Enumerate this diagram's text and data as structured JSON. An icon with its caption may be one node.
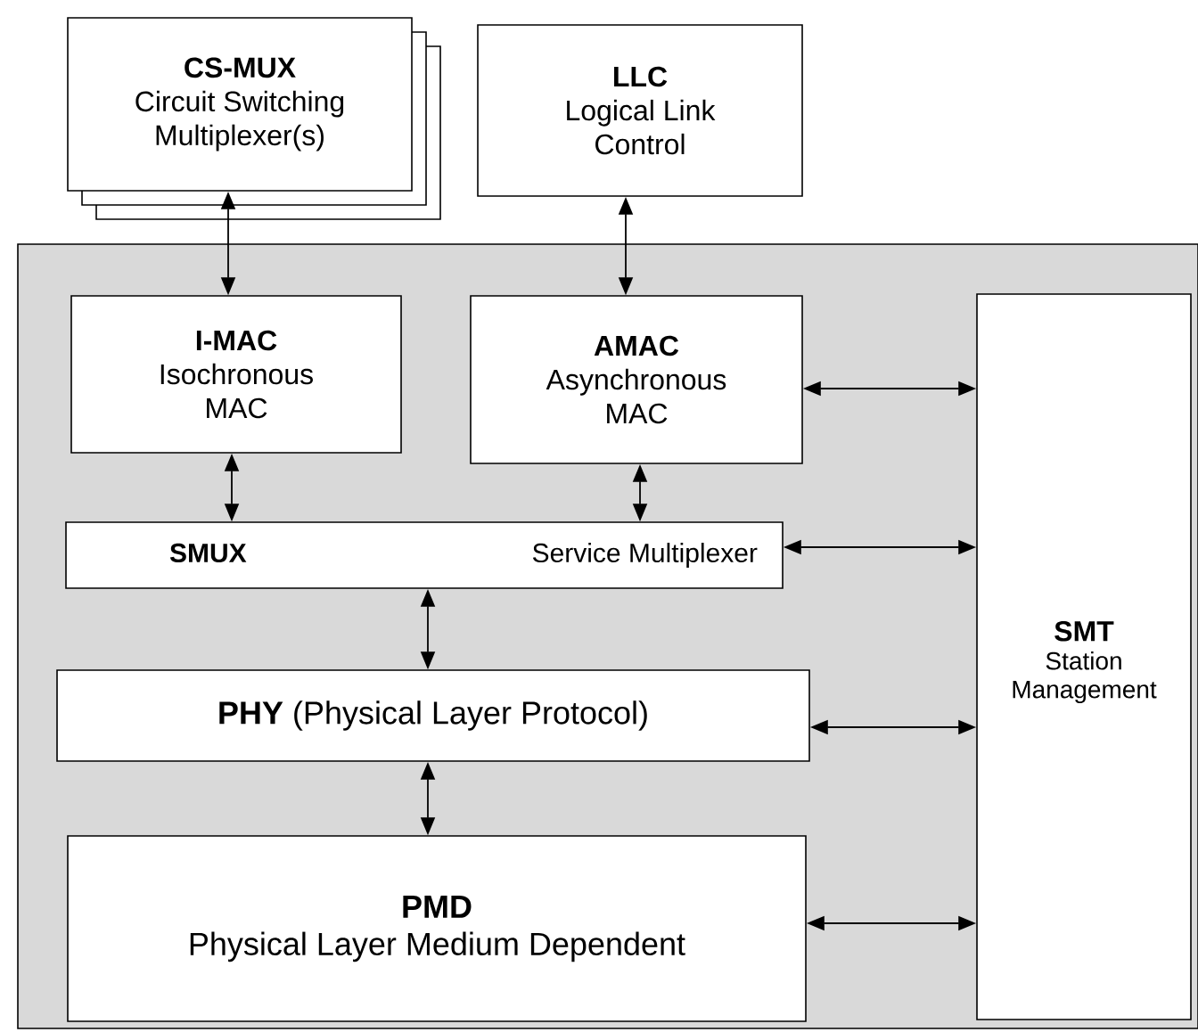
{
  "diagram": {
    "nodes": [
      {
        "text": [
          "CS-MUX",
          "Circuit Switching Multiplexer(s)"
        ]
      },
      {
        "text": [
          "LLC",
          "Logical Link Control"
        ]
      },
      {
        "text": [],
        "shape": "box"
      },
      {
        "text": [
          "I-MAC",
          "Isochronous MAC"
        ],
        "in": 2
      },
      {
        "text": [
          "AMAC",
          "Asynchronous MAC"
        ],
        "in": 2
      },
      {
        "text": [
          "SMT",
          "Station Management"
        ],
        "in": 2
      },
      {
        "text": [
          "SMUX",
          "Service Multiplexer"
        ],
        "in": 2
      },
      {
        "text": [
          "**PHY** (Physical Layer Protocol)"
        ],
        "in": 2
      },
      {
        "text": [
          "PMD",
          "Physical Layer Medium Dependent"
        ],
        "in": 2
      }
    ],
    "edges": [
      {
        "from": 0,
        "to": 3,
        "arrow": "both"
      },
      {
        "from": 1,
        "to": 4,
        "arrow": "both"
      },
      {
        "from": 3,
        "to": 6,
        "arrow": "both"
      },
      {
        "from": 4,
        "to": 6,
        "arrow": "both"
      },
      {
        "from": 6,
        "to": 7,
        "arrow": "both"
      },
      {
        "from": 7,
        "to": 8,
        "arrow": "both"
      },
      {
        "from": 4,
        "to": 5,
        "arrow": "both"
      },
      {
        "from": 6,
        "to": 5,
        "arrow": "both"
      },
      {
        "from": 7,
        "to": 5,
        "arrow": "both"
      },
      {
        "from": 8,
        "to": 5,
        "arrow": "both"
      }
    ]
  }
}
